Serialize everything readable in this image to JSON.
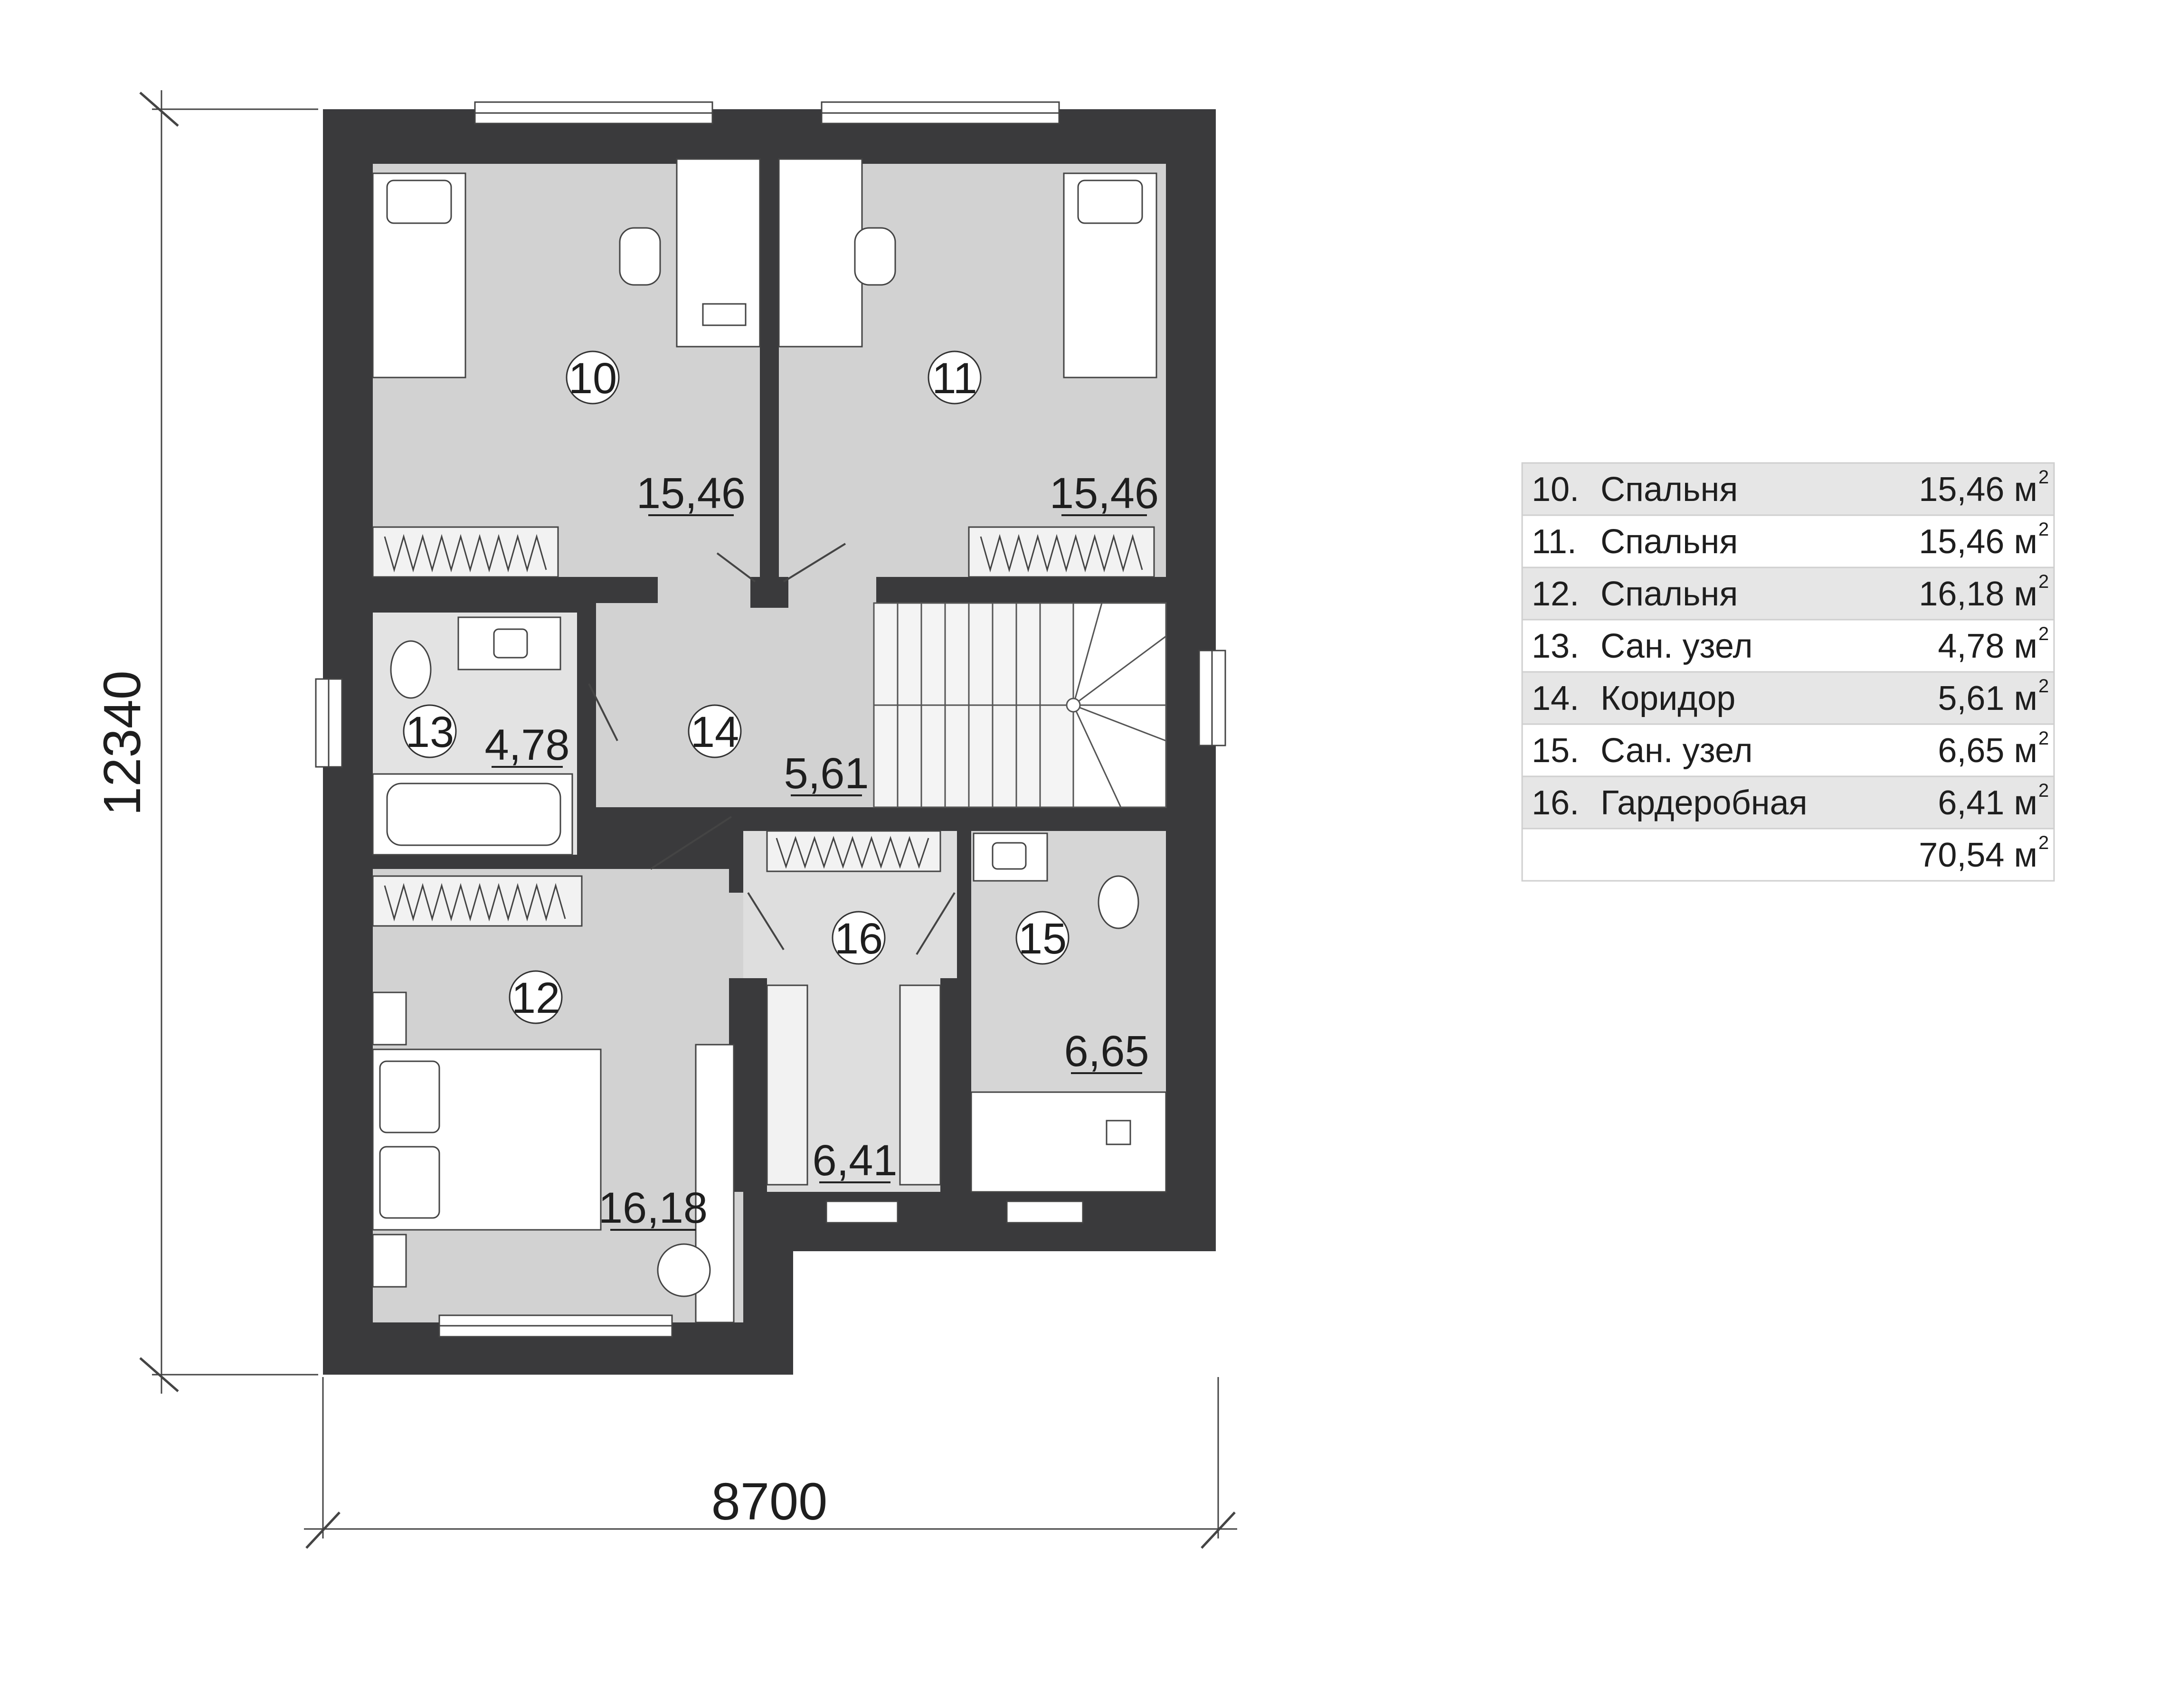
{
  "dimensions": {
    "width": "8700",
    "height": "12340"
  },
  "rooms": [
    {
      "num": "10",
      "area": "15,46"
    },
    {
      "num": "11",
      "area": "15,46"
    },
    {
      "num": "12",
      "area": "16,18"
    },
    {
      "num": "13",
      "area": "4,78"
    },
    {
      "num": "14",
      "area": "5,61"
    },
    {
      "num": "15",
      "area": "6,65"
    },
    {
      "num": "16",
      "area": "6,41"
    }
  ],
  "legend": {
    "unit": "м",
    "unit_sup": "2",
    "rows": [
      {
        "num": "10.",
        "name": "Спальня",
        "area": "15,46"
      },
      {
        "num": "11.",
        "name": "Спальня",
        "area": "15,46"
      },
      {
        "num": "12.",
        "name": "Спальня",
        "area": "16,18"
      },
      {
        "num": "13.",
        "name": "Сан. узел",
        "area": "4,78"
      },
      {
        "num": "14.",
        "name": "Коридор",
        "area": "5,61"
      },
      {
        "num": "15.",
        "name": "Сан. узел",
        "area": "6,65"
      },
      {
        "num": "16.",
        "name": "Гардеробная",
        "area": "6,41"
      }
    ],
    "total": "70,54"
  },
  "colors": {
    "wall": "#3a3a3c",
    "room_fill": "#d2d2d2",
    "light_fill": "#e2e2e2",
    "furniture": "#ffffff"
  }
}
